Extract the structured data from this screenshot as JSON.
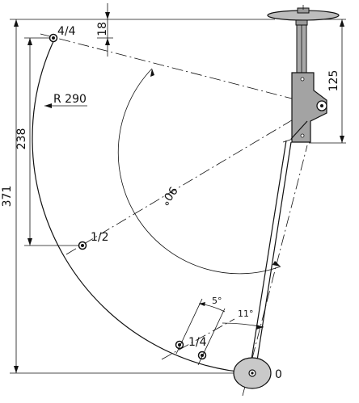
{
  "dimensions": {
    "total_height": "371",
    "mid_height": "238",
    "top_offset": "18",
    "mount_height": "125",
    "radius": "R 290",
    "sweep_angle": "90°",
    "small_angle": "5°",
    "tilt_angle": "11°"
  },
  "positions": {
    "full": "4/4",
    "half": "1/2",
    "quarter": "1/4",
    "zero": "0"
  }
}
